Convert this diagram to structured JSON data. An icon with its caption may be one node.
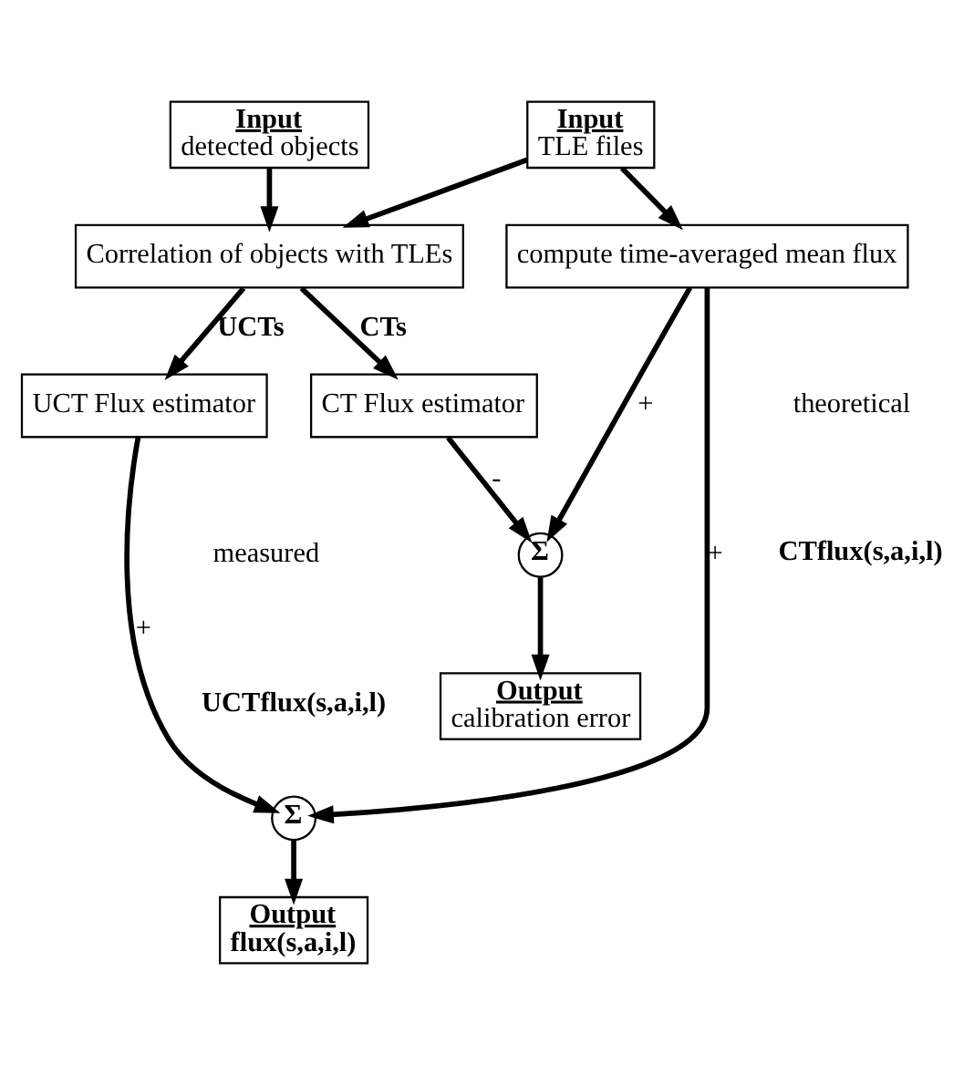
{
  "diagram": {
    "nodes": [
      {
        "text": [
          "Input",
          "detected objects"
        ]
      },
      {
        "text": [
          "Input",
          "TLE files"
        ]
      },
      {
        "text": [
          "Correlation of objects with TLEs"
        ]
      },
      {
        "text": [
          "compute time-averaged mean flux"
        ]
      },
      {
        "text": [
          "UCT Flux estimator"
        ]
      },
      {
        "text": [
          "CT Flux estimator"
        ]
      },
      {
        "text": [
          "Σ"
        ]
      },
      {
        "text": [
          "Σ"
        ]
      },
      {
        "text": [
          "Output",
          "flux(s,a,i,l)"
        ]
      },
      {
        "text": [
          "Output",
          "calibration error"
        ]
      }
    ],
    "edges": [
      {
        "from": 0,
        "to": 2,
        "arrow": "to"
      },
      {
        "from": 1,
        "to": 2,
        "arrow": "to"
      },
      {
        "from": 1,
        "to": 3,
        "arrow": "to"
      },
      {
        "from": 2,
        "to": 4,
        "arrow": "to",
        "label": "UCTs"
      },
      {
        "from": 2,
        "to": 5,
        "arrow": "to",
        "label": "CTs"
      },
      {
        "from": 5,
        "to": 6,
        "arrow": "to",
        "label": "-"
      },
      {
        "from": 3,
        "to": 6,
        "arrow": "to",
        "label": "+"
      },
      {
        "from": 4,
        "to": 7,
        "arrow": "to",
        "label": "+"
      },
      {
        "from": 3,
        "to": 7,
        "arrow": "to",
        "label": "+"
      },
      {
        "from": 6,
        "to": 9,
        "arrow": "to"
      },
      {
        "from": 7,
        "to": 8,
        "arrow": "to"
      }
    ],
    "labels": [
      "measured",
      "UCTflux(s,a,i,l)",
      "theoretical",
      "CTflux(s,a,i,l)"
    ]
  }
}
